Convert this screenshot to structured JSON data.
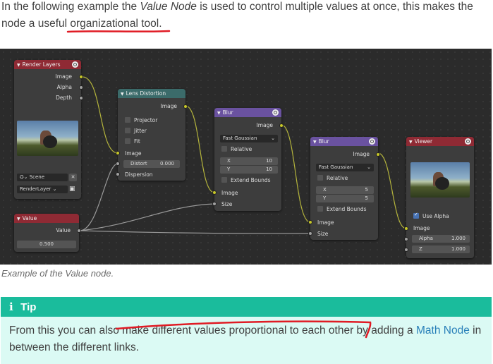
{
  "intro": {
    "part1": "In the following example the ",
    "emph": "Value Node",
    "part2": " is used to control multiple values at once, this makes the node a useful organizational tool."
  },
  "nodes": {
    "render_layers": {
      "title": "Render Layers",
      "outputs": [
        "Image",
        "Alpha",
        "Depth"
      ],
      "scene_label": "Scene",
      "layer_label": "RenderLayer"
    },
    "lens_distortion": {
      "title": "Lens Distortion",
      "output": "Image",
      "options": [
        "Projector",
        "Jitter",
        "Fit"
      ],
      "input_image": "Image",
      "distort_label": "Distort",
      "distort_value": "0.000",
      "dispersion_label": "Dispersion"
    },
    "blur1": {
      "title": "Blur",
      "output": "Image",
      "filter": "Fast Gaussian",
      "relative": "Relative",
      "x_label": "X",
      "x_value": "10",
      "y_label": "Y",
      "y_value": "10",
      "extend": "Extend Bounds",
      "in_image": "Image",
      "in_size": "Size"
    },
    "blur2": {
      "title": "Blur",
      "output": "Image",
      "filter": "Fast Gaussian",
      "relative": "Relative",
      "x_label": "X",
      "x_value": "5",
      "y_label": "Y",
      "y_value": "5",
      "extend": "Extend Bounds",
      "in_image": "Image",
      "in_size": "Size"
    },
    "viewer": {
      "title": "Viewer",
      "use_alpha": "Use Alpha",
      "in_image": "Image",
      "alpha_label": "Alpha",
      "alpha_value": "1.000",
      "z_label": "Z",
      "z_value": "1.000"
    },
    "value": {
      "title": "Value",
      "output": "Value",
      "value": "0.500"
    }
  },
  "caption": "Example of the Value node.",
  "tip": {
    "icon": "i",
    "title": "Tip",
    "body1": "From this you can also make different values proportional to each other by adding a ",
    "link": "Math Node",
    "body2": " in between the different links."
  },
  "colors": {
    "tip_header": "#1abc9c",
    "tip_bg": "#dbfaf4",
    "link": "#2980b9",
    "annotation": "#e01b24"
  }
}
